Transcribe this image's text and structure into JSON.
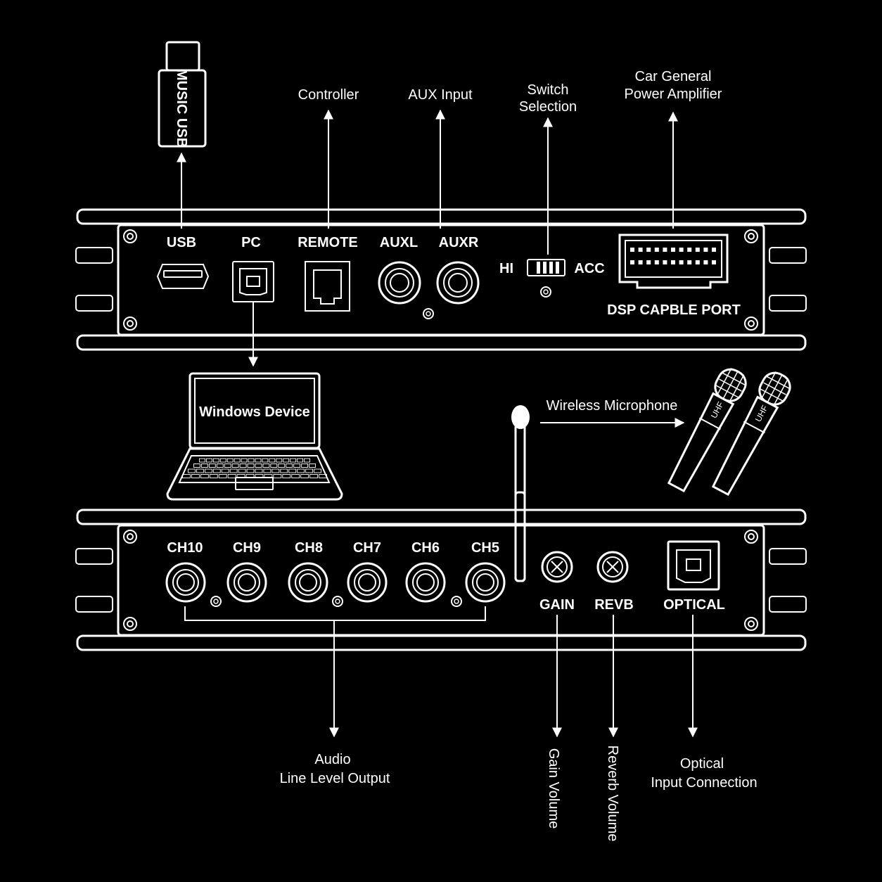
{
  "top_panel": {
    "ports": {
      "usb": "USB",
      "pc": "PC",
      "remote": "REMOTE",
      "auxl": "AUXL",
      "auxr": "AUXR",
      "hi": "HI",
      "acc": "ACC",
      "dsp": "DSP CAPBLE PORT"
    }
  },
  "top_callouts": {
    "music_usb": "MUSIC USB",
    "controller": "Controller",
    "aux_input": "AUX Input",
    "switch_selection": [
      "Switch",
      "Selection"
    ],
    "car_amp": [
      "Car General",
      "Power Amplifier"
    ]
  },
  "middle": {
    "windows_device": "Windows Device",
    "wireless_mic": "Wireless Microphone",
    "mic_brand": "UHF"
  },
  "bottom_panel": {
    "channels": [
      "CH10",
      "CH9",
      "CH8",
      "CH7",
      "CH6",
      "CH5"
    ],
    "gain": "GAIN",
    "revb": "REVB",
    "optical": "OPTICAL"
  },
  "bottom_callouts": {
    "audio_output": [
      "Audio",
      "Line Level Output"
    ],
    "gain_volume": "Gain Volume",
    "reverb_volume": "Reverb Volume",
    "optical_input": [
      "Optical",
      "Input Connection"
    ]
  }
}
